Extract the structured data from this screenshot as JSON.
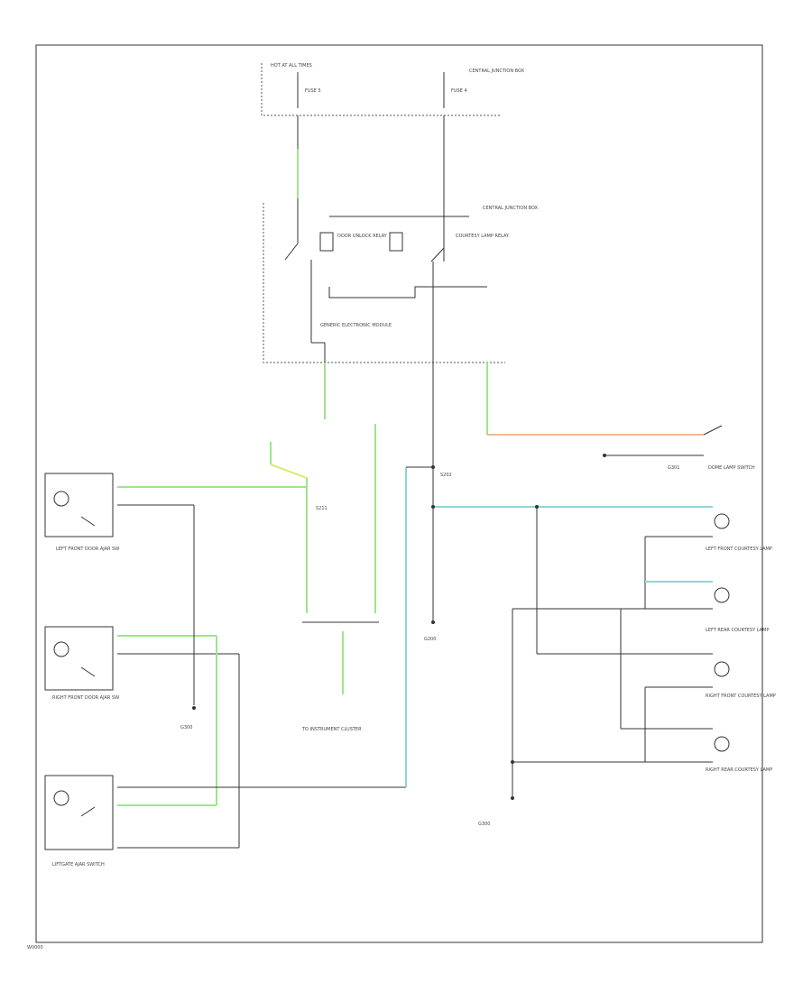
{
  "wire_colors": {
    "green": "#9ee58a",
    "yellow": "#d8e86a",
    "cyan": "#8fd4d8",
    "orange": "#f1b894",
    "black": "#333333"
  },
  "labels": {
    "fuse_panel_left": "HOT AT ALL TIMES",
    "fuse_panel_right": "CENTRAL JUNCTION BOX",
    "fuse_left": "FUSE 5",
    "fuse_right": "FUSE 4",
    "relay_box": "CENTRAL JUNCTION BOX",
    "relay_left": "DOOR UNLOCK RELAY",
    "relay_right": "COURTESY LAMP RELAY",
    "module": "GENERIC ELECTRONIC MODULE",
    "lf_door_switch": "LEFT FRONT DOOR AJAR SW",
    "rf_door_switch": "RIGHT FRONT DOOR AJAR SW",
    "liftgate_switch": "LIFTGATE AJAR SWITCH",
    "splice_left": "S211",
    "splice_center": "S202",
    "ground_center": "G200",
    "ground_bottom": "G300",
    "ground_side": "G301",
    "connector_bottom": "TO INSTRUMENT CLUSTER",
    "lamp_lf": "LEFT FRONT COURTESY LAMP",
    "lamp_lr": "LEFT REAR COURTESY LAMP",
    "lamp_rf": "RIGHT FRONT COURTESY LAMP",
    "lamp_rr": "RIGHT REAR COURTESY LAMP",
    "dome_switch": "DOME LAMP SWITCH",
    "footer": "W0000"
  }
}
